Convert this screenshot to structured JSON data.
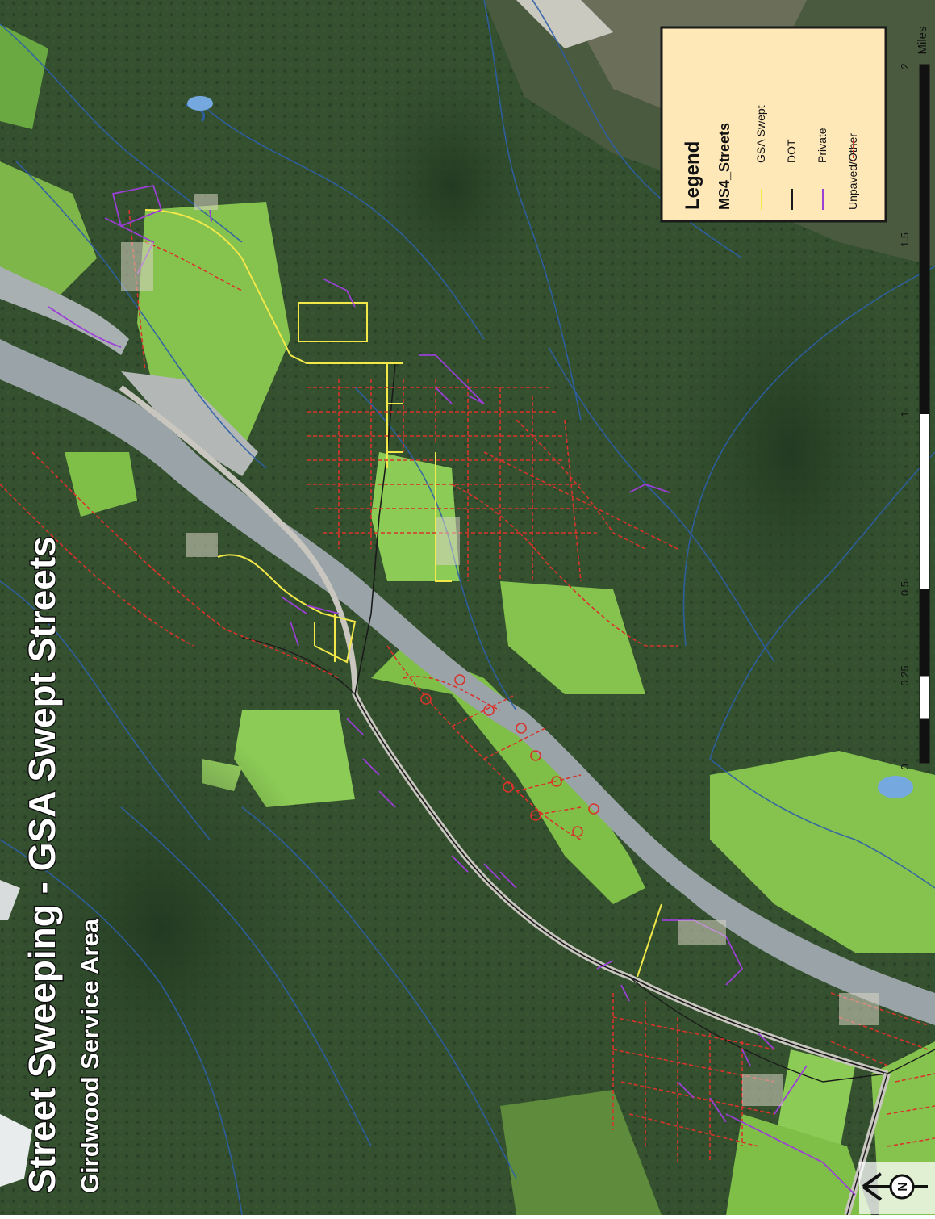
{
  "map": {
    "title": "Street Sweeping - GSA Swept Streets",
    "subtitle": "Girdwood Service Area"
  },
  "legend": {
    "heading": "Legend",
    "layer": "MS4_Streets",
    "items": [
      {
        "label": "GSA Swept",
        "color": "#f2e84a",
        "style": "solid"
      },
      {
        "label": "DOT",
        "color": "#1a1a1a",
        "style": "solid"
      },
      {
        "label": "Private",
        "color": "#9b3fd6",
        "style": "solid"
      },
      {
        "label": "Unpaved/Other",
        "color": "#d8342c",
        "style": "dashed"
      }
    ]
  },
  "scalebar": {
    "unit": "Miles",
    "ticks": [
      "0",
      "0.25",
      "0.5",
      "1",
      "1.5",
      "2"
    ]
  },
  "north_arrow": {
    "label": "N"
  },
  "colors": {
    "forest": "#2f4a2b",
    "meadow": "#7fbf48",
    "river": "#8c9aa3",
    "stream": "#2e5fa8",
    "legend_bg": "#ffe8b8"
  }
}
